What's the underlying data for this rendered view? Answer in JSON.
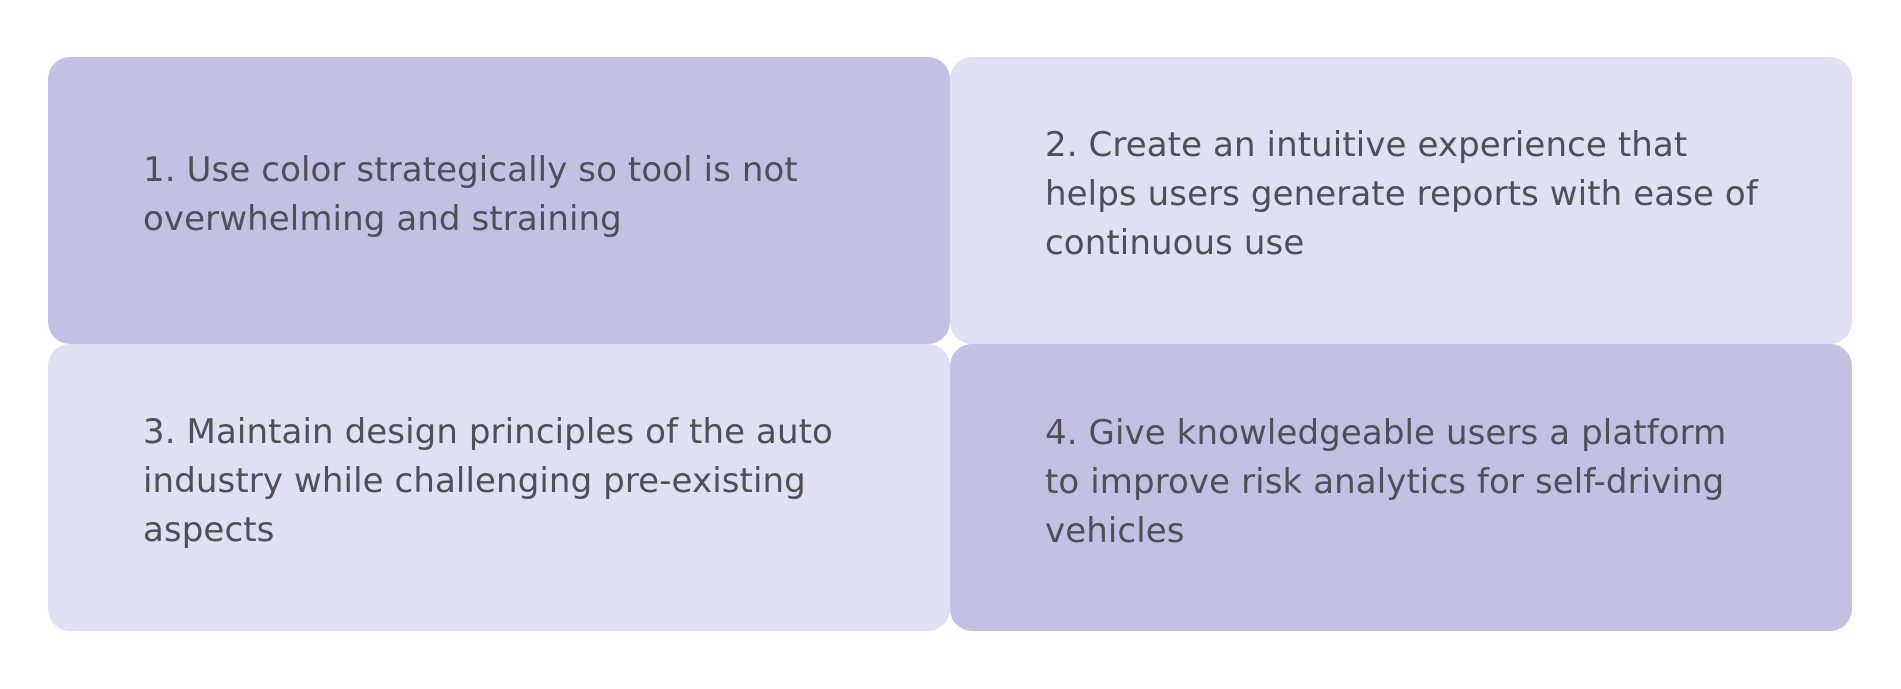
{
  "colors": {
    "dark_card": "#c2c1e4",
    "light_card": "#e0e0f5",
    "text": "#4f4f55"
  },
  "cards": [
    {
      "text": "1. Use color strategically so tool is not overwhelming and straining"
    },
    {
      "text": "2. Create an intuitive experience that helps users generate reports with ease of continuous use"
    },
    {
      "text": "3. Maintain design principles of the auto industry while challenging pre-existing aspects"
    },
    {
      "text": "4. Give knowledgeable users a platform to improve risk analytics for self-driving vehicles"
    }
  ]
}
